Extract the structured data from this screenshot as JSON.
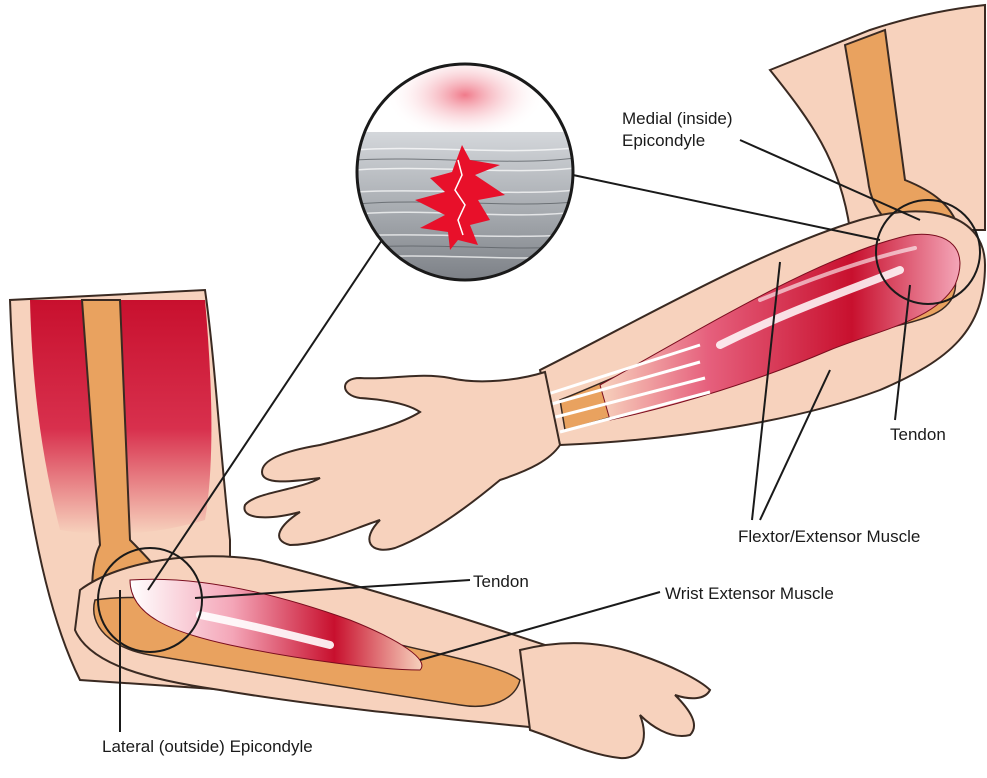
{
  "labels": {
    "medial_line1": "Medial (inside)",
    "medial_line2": "Epicondyle",
    "tendon_right": "Tendon",
    "flexor_extensor": "Flextor/Extensor Muscle",
    "tendon_left": "Tendon",
    "wrist_extensor": "Wrist Extensor Muscle",
    "lateral": "Lateral (outside) Epicondyle"
  },
  "colors": {
    "skin": "#f7d2bd",
    "skin_outline": "#3a2a22",
    "bone": "#e9a25f",
    "bone_dark": "#c9803f",
    "muscle_red": "#c8102e",
    "muscle_pink": "#f4a6b8",
    "tear_red": "#e8102a",
    "tissue_gray": "#9a9ea3",
    "line": "#1a1a1a"
  }
}
